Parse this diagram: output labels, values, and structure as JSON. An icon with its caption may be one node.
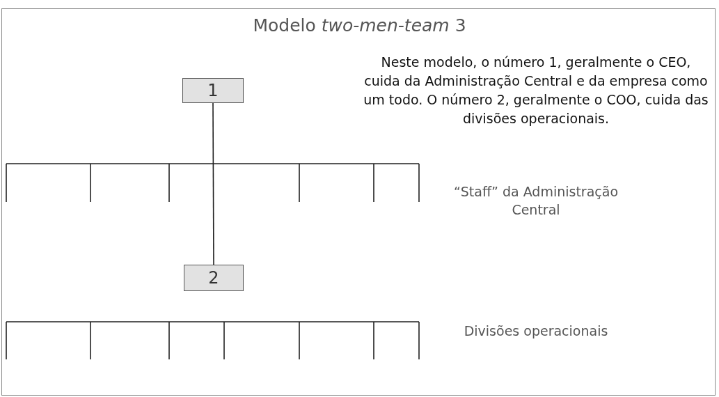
{
  "diagram": {
    "title": "Modelo *two-men-team* 3",
    "nodes": [
      {
        "text": [
          "1"
        ]
      },
      {
        "text": [
          "2"
        ]
      }
    ],
    "edges": [
      {
        "from": 0,
        "to": 1,
        "arrow": "none"
      }
    ],
    "labels": [
      "Neste modelo, o número 1, geralmente o CEO, cuida da Administração Central e da empresa como um todo. O número 2, geralmente o COO, cuida das divisões operacionais.",
      "“Staff” da Administração Central",
      "Divisões operacionais"
    ]
  }
}
